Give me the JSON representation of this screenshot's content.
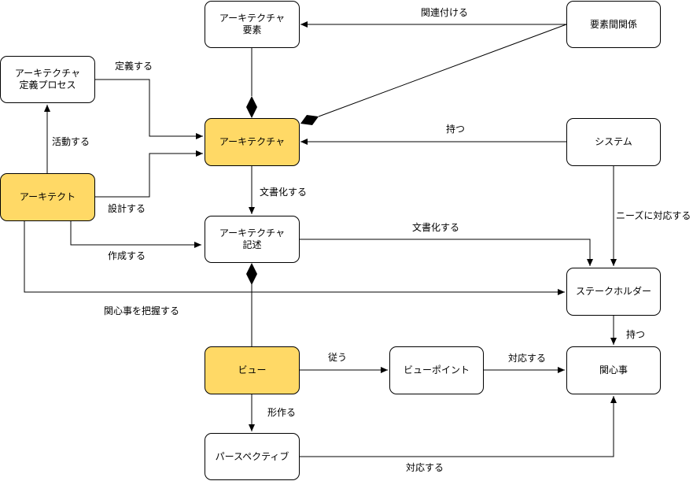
{
  "colors": {
    "highlight": "#ffd966",
    "stroke": "#000000",
    "background": "#ffffff"
  },
  "nodes": {
    "arch_elements": "アーキテクチャ\n要素",
    "relationships": "要素間関係",
    "arch_process": "アーキテクチャ\n定義プロセス",
    "architecture": "アーキテクチャ",
    "system": "システム",
    "architect": "アーキテクト",
    "arch_description": "アーキテクチャ\n記述",
    "stakeholder": "ステークホルダー",
    "view": "ビュー",
    "viewpoint": "ビューポイント",
    "concern": "関心事",
    "perspective": "パースペクティブ"
  },
  "edges": {
    "relate": "関連付ける",
    "define": "定義する",
    "activity": "活動する",
    "have_sys": "持つ",
    "design": "設計する",
    "document_arch": "文書化する",
    "document_desc": "文書化する",
    "needs": "ニーズに対応する",
    "create": "作成する",
    "grasp_concern": "関心事を把握する",
    "have_stake": "持つ",
    "follow": "従う",
    "address_vp": "対応する",
    "form": "形作る",
    "address_persp": "対応する"
  }
}
